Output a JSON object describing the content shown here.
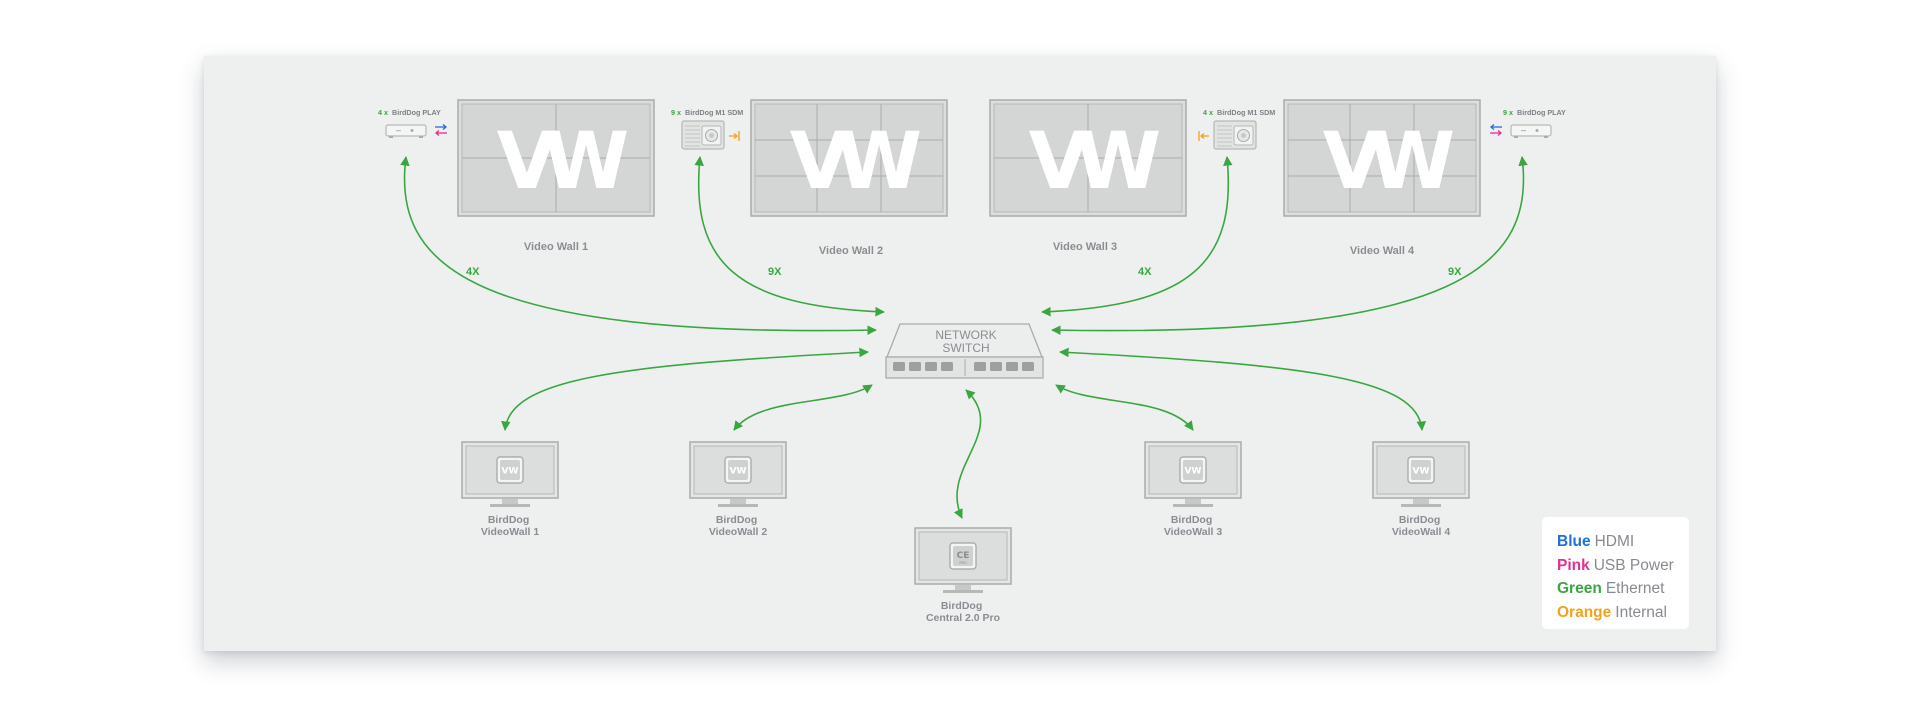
{
  "network_switch": {
    "line1": "NETWORK",
    "line2": "SWITCH"
  },
  "video_walls": [
    {
      "label": "Video Wall 1",
      "logo": "VW"
    },
    {
      "label": "Video Wall 2",
      "logo": "VW"
    },
    {
      "label": "Video Wall 3",
      "logo": "VW"
    },
    {
      "label": "Video Wall 4",
      "logo": "VW"
    }
  ],
  "devices": [
    {
      "count": "4 x",
      "name": "BirdDog PLAY",
      "type": "play",
      "link_count": "4X"
    },
    {
      "count": "9 x",
      "name": "BirdDog M1 SDM",
      "type": "sdm",
      "link_count": "9X"
    },
    {
      "count": "4 x",
      "name": "BirdDog M1 SDM",
      "type": "sdm",
      "link_count": "4X"
    },
    {
      "count": "9 x",
      "name": "BirdDog PLAY",
      "type": "play",
      "link_count": "9X"
    }
  ],
  "monitors": [
    {
      "line1": "BirdDog",
      "line2": "VideoWall 1",
      "screen_text": "VW"
    },
    {
      "line1": "BirdDog",
      "line2": "VideoWall 2",
      "screen_text": "VW"
    },
    {
      "line1": "BirdDog",
      "line2": "VideoWall 3",
      "screen_text": "VW"
    },
    {
      "line1": "BirdDog",
      "line2": "VideoWall 4",
      "screen_text": "VW"
    }
  ],
  "central": {
    "line1": "BirdDog",
    "line2": "Central 2.0 Pro",
    "screen_text": "CE",
    "screen_subtext": "PRO"
  },
  "legend": [
    {
      "color_name": "Blue",
      "label": "HDMI",
      "color": "#1f6fe0"
    },
    {
      "color_name": "Pink",
      "label": "USB Power",
      "color": "#e0318f"
    },
    {
      "color_name": "Green",
      "label": "Ethernet",
      "color": "#3aa642"
    },
    {
      "color_name": "Orange",
      "label": "Internal",
      "color": "#f2a21b"
    }
  ],
  "colors": {
    "ethernet": "#3aa642",
    "hdmi": "#1f6fe0",
    "usb_power": "#e0318f",
    "internal": "#f2a21b",
    "panel_background": "#eef0ef"
  }
}
